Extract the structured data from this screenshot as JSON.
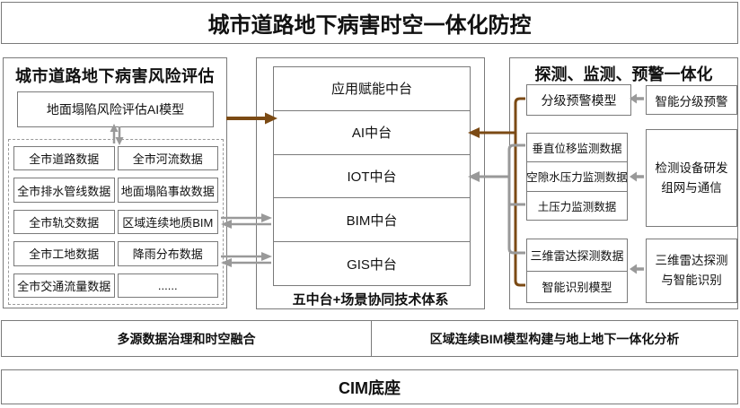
{
  "title": "城市道路地下病害时空一体化防控",
  "colors": {
    "brown": "#7B4A14",
    "gray": "#999999",
    "border": "#7a7a7a",
    "dash": "#9a9a9a"
  },
  "left_panel": {
    "title": "城市道路地下病害风险评估",
    "model_box": "地面塌陷风险评估AI模型",
    "grid": [
      [
        "全市道路数据",
        "全市河流数据"
      ],
      [
        "全市排水管线数据",
        "地面塌陷事故数据"
      ],
      [
        "全市轨交数据",
        "区域连续地质BIM"
      ],
      [
        "全市工地数据",
        "降雨分布数据"
      ],
      [
        "全市交通流量数据",
        "......"
      ]
    ]
  },
  "center_panel": {
    "layers": [
      "应用赋能中台",
      "AI中台",
      "IOT中台",
      "BIM中台",
      "GIS中台"
    ],
    "caption": "五中台+场景协同技术体系"
  },
  "right_panel": {
    "title": "探测、监测、预警一体化",
    "warning_model": "分级预警模型",
    "smart_warning": "智能分级预警",
    "monitor_stack": [
      "垂直位移监测数据",
      "空隙水压力监测数据",
      "土压力监测数据"
    ],
    "device_box": [
      "检测设备研发",
      "组网与通信"
    ],
    "radar_stack": [
      "三维雷达探测数据",
      "智能识别模型"
    ],
    "radar_box": [
      "三维雷达探测",
      "与智能识别"
    ]
  },
  "bottom": {
    "bar1_left": "多源数据治理和时空融合",
    "bar1_right": "区域连续BIM模型构建与地上地下一体化分析",
    "base": "CIM底座"
  }
}
